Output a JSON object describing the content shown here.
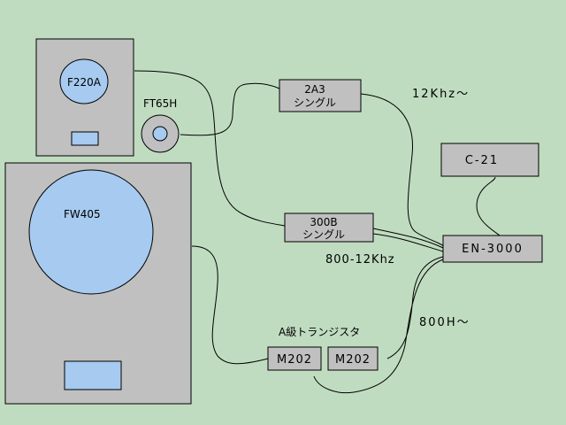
{
  "colors": {
    "background": "#c0dcc0",
    "box": "#c0c0c0",
    "driver": "#a6caf0"
  },
  "speakers": {
    "top_cabinet_driver": "F220A",
    "tweeter": "FT65H",
    "bottom_cabinet_driver": "FW405"
  },
  "amps": {
    "a2a3_line1": "2A3",
    "a2a3_line2": "シングル",
    "a300b_line1": "300B",
    "a300b_line2": "シングル",
    "m202_left": "M202",
    "m202_right": "M202",
    "transistor_label": "A級トランジスタ"
  },
  "units": {
    "preamp": "C-21",
    "crossover": "EN-3000"
  },
  "bands": {
    "high": "12Khz〜",
    "mid": "800-12Khz",
    "low": "800H〜"
  }
}
